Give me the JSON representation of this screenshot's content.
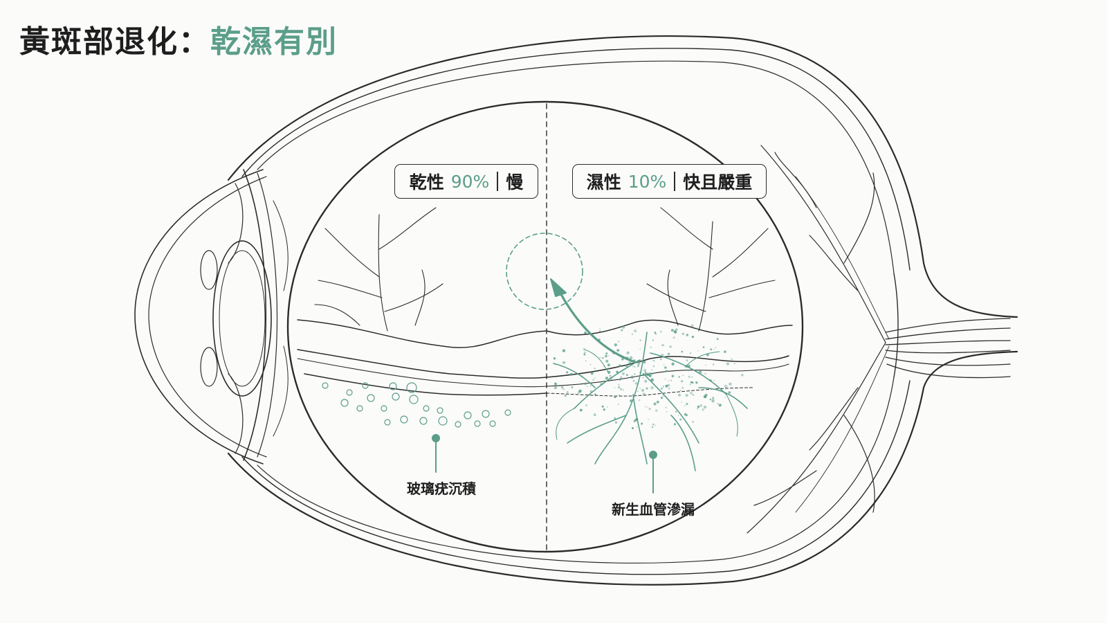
{
  "title": {
    "main": "黃斑部退化：",
    "accent": "乾濕有別"
  },
  "dry": {
    "name": "乾性",
    "percent": "90%",
    "note": "慢"
  },
  "wet": {
    "name": "濕性",
    "percent": "10%",
    "note": "快且嚴重"
  },
  "callouts": {
    "drusen": "玻璃疣沉積",
    "leak": "新生血管滲漏"
  },
  "colors": {
    "accent": "#5b9e8a",
    "ink": "#2b2b2b",
    "background": "#fbfbfa"
  }
}
